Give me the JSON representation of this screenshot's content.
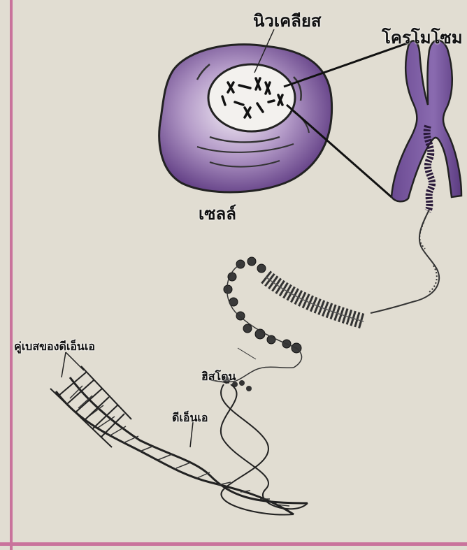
{
  "labels": {
    "nucleus": "นิวเคลียส",
    "chromosome": "โครโมโซม",
    "cell": "เซลล์",
    "base_pair": "คู่เบสของดีเอ็นเอ",
    "histone": "ฮิสโตน",
    "dna": "ดีเอ็นเอ"
  },
  "colors": {
    "cell_purple": "#7a4f9a",
    "border_pink": "#c9739c",
    "paper": "#e1ddd2"
  }
}
